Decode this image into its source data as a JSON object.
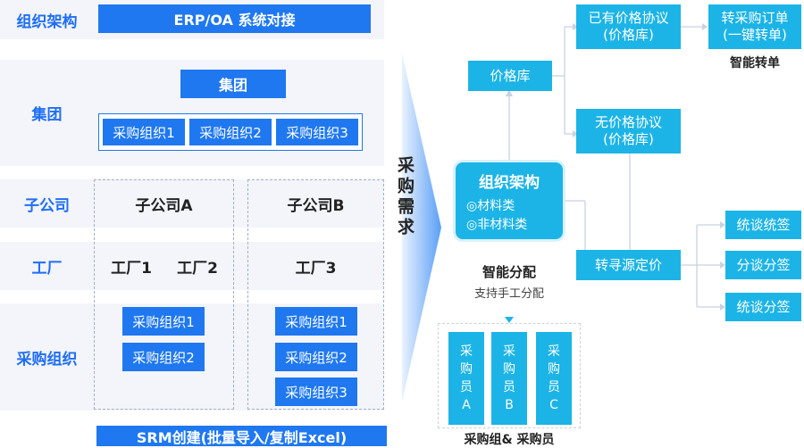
{
  "left": {
    "row_org": {
      "label": "组织架构",
      "system": "ERP/OA 系统对接"
    },
    "row_group": {
      "label": "集团",
      "group_box": "集团",
      "orgs": [
        "采购组织1",
        "采购组织2",
        "采购组织3"
      ]
    },
    "row_sub": {
      "label": "子公司",
      "a": "子公司A",
      "b": "子公司B"
    },
    "row_factory": {
      "label": "工厂",
      "f1": "工厂1",
      "f2": "工厂2",
      "f3": "工厂3"
    },
    "row_purch": {
      "label": "采购组织",
      "a_orgs": [
        "采购组织1",
        "采购组织2"
      ],
      "b_orgs": [
        "采购组织1",
        "采购组织2",
        "采购组织3"
      ]
    },
    "footer": "SRM创建(批量导入/复制Excel)"
  },
  "middle": {
    "demand": "采购需求"
  },
  "right": {
    "center": {
      "title": "组织架构",
      "item1": "◎材料类",
      "item2": "◎非材料类"
    },
    "price_lib": "价格库",
    "has_agreement": {
      "line1": "已有价格协议",
      "line2": "(价格库)"
    },
    "no_agreement": {
      "line1": "无价格协议",
      "line2": "(价格库)"
    },
    "convert_order": {
      "line1": "转采购订单",
      "line2": "(一键转单)"
    },
    "smart_convert": "智能转单",
    "sourcing": "转寻源定价",
    "negotiate": [
      "统谈统签",
      "分谈分签",
      "统谈分签"
    ],
    "smart_assign": "智能分配",
    "smart_assign_note": "支持手工分配",
    "buyers": [
      {
        "chars": [
          "采",
          "购",
          "员",
          "A"
        ]
      },
      {
        "chars": [
          "采",
          "购",
          "员",
          "B"
        ]
      },
      {
        "chars": [
          "采",
          "购",
          "员",
          "C"
        ]
      }
    ],
    "buyers_caption": "采购组& 采购员"
  },
  "colors": {
    "blue": "#1f78f0",
    "cyan": "#1cb4e6",
    "label_blue": "#1f6ef5",
    "band": "#f3f5fa"
  }
}
